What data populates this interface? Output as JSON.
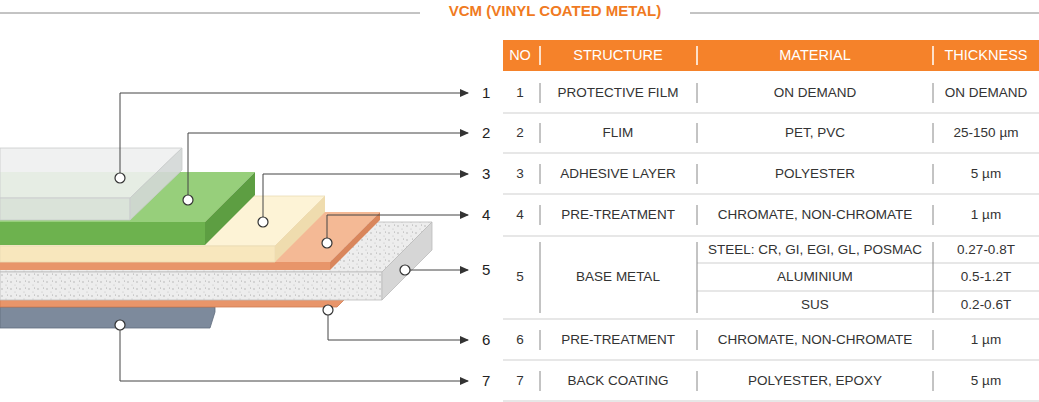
{
  "diagram": {
    "title": "VCM (VINYL COATED METAL)",
    "labels": [
      "1",
      "2",
      "3",
      "4",
      "5",
      "6",
      "7",
      "NO",
      "STRUCTURE",
      "MATERIAL",
      "THICKNESS",
      "1",
      "PROTECTIVE FILM",
      "ON DEMAND",
      "ON DEMAND",
      "2",
      "FLIM",
      "PET, PVC",
      "25-150 µm",
      "3",
      "ADHESIVE LAYER",
      "POLYESTER",
      "5 µm",
      "4",
      "PRE-TREATMENT",
      "CHROMATE, NON-CHROMATE",
      "1 µm",
      "5",
      "BASE METAL",
      "STEEL: CR, GI, EGI, GL, POSMAC",
      "0.27-0.8T",
      "ALUMINIUM",
      "0.5-1.2T",
      "SUS",
      "0.2-0.6T",
      "6",
      "PRE-TREATMENT",
      "CHROMATE, NON-CHROMATE",
      "1 µm",
      "7",
      "BACK COATING",
      "POLYESTER, EPOXY",
      "5 µm"
    ]
  }
}
